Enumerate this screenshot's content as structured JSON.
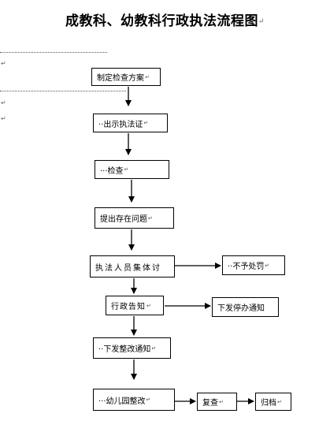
{
  "title": "成教科、幼教科行政执法流程图",
  "paragraph_mark": "↵",
  "steps": {
    "plan": "制定检查方案",
    "show_cert": "··出示执法证",
    "inspect": "···检查",
    "raise_issues": "提出存在问题",
    "collective_discussion": "执法人员集体讨",
    "no_penalty": "··不予处罚",
    "admin_notice": "行政告知",
    "stop_order": "下发停办通知",
    "rectify_notice": "··下发整改通知",
    "kindergarten_rectify": "···幼儿园整改",
    "review": "复查",
    "archive": "归档"
  }
}
